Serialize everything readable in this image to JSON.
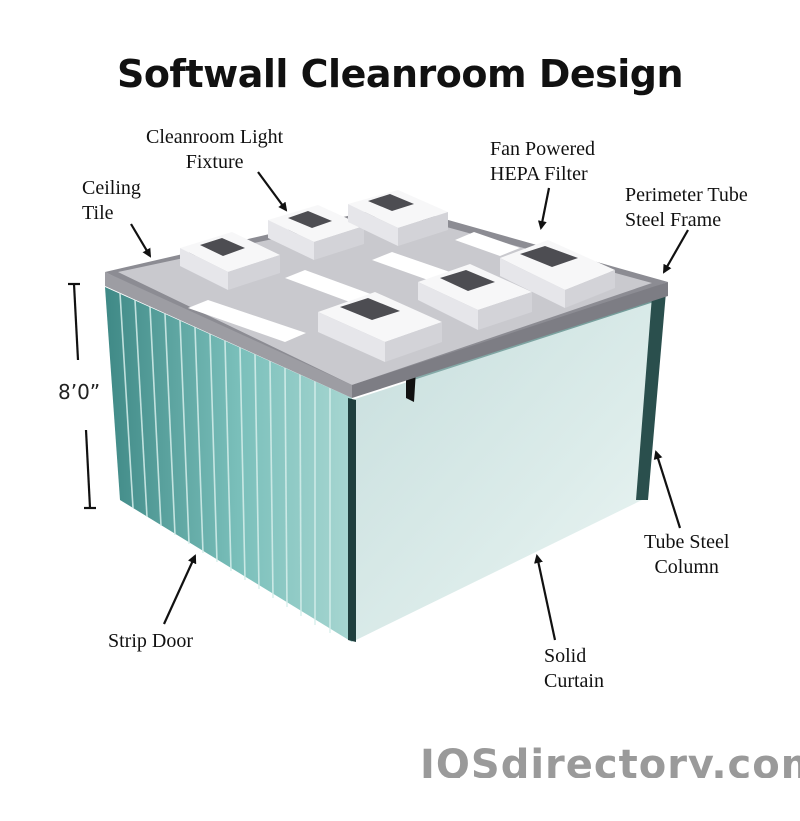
{
  "title": "Softwall Cleanroom Design",
  "labels": {
    "ceiling_tile": "Ceiling\nTile",
    "light_fixture": "Cleanroom Light\nFixture",
    "hepa_filter": "Fan Powered\nHEPA Filter",
    "perimeter_frame": "Perimeter Tube\nSteel Frame",
    "height": "8’0”",
    "strip_door": "Strip Door",
    "solid_curtain": "Solid\nCurtain",
    "tube_column": "Tube Steel\nColumn"
  },
  "watermark": "IQSdirectory.com",
  "colors": {
    "glass": "#5fa7a2",
    "glass_dark": "#2f6e6c",
    "frame": "#8c8c93",
    "ceiling": "#c9c9ce",
    "filter": "#ffffff",
    "filter_cap": "#4d4d52"
  }
}
